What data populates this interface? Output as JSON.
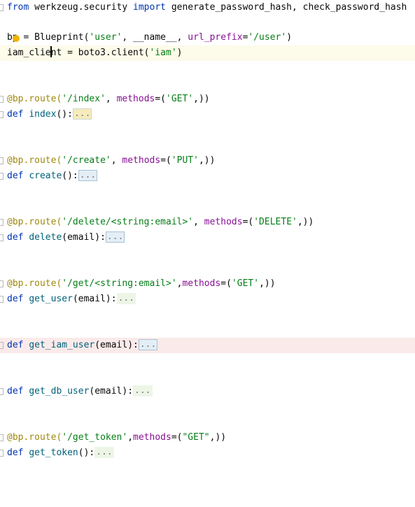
{
  "editor": {
    "line_import": {
      "t1": "from",
      "t2": " werkzeug.security ",
      "t3": "import",
      "t4": " generate_password_hash, check_password_hash"
    },
    "line_bp": {
      "t1": "bp",
      "t2": " = Blueprint(",
      "t3": "'user'",
      "t4": ", __name__, ",
      "t5": "url_prefix",
      "t6": "=",
      "t7": "'/user'",
      "t8": ")"
    },
    "line_iam": {
      "t1a": "iam_clie",
      "t1b": "nt",
      "t2": " = boto3.client(",
      "t3": "'iam'",
      "t4": ")"
    },
    "line_route_index": {
      "t1": "@bp.route(",
      "t2": "'/index'",
      "t3": ", ",
      "t4": "methods",
      "t5": "=(",
      "t6": "'GET'",
      "t7": ",))"
    },
    "line_def_index": {
      "t1": "def",
      "t2": " ",
      "t3": "index",
      "t4": "():",
      "fold": "..."
    },
    "line_route_create": {
      "t1": "@bp.route(",
      "t2": "'/create'",
      "t3": ", ",
      "t4": "methods",
      "t5": "=(",
      "t6": "'PUT'",
      "t7": ",))"
    },
    "line_def_create": {
      "t1": "def",
      "t2": " ",
      "t3": "create",
      "t4": "():",
      "fold": "..."
    },
    "line_route_delete": {
      "t1": "@bp.route(",
      "t2": "'/delete/<string:email>'",
      "t3": ", ",
      "t4": "methods",
      "t5": "=(",
      "t6": "'DELETE'",
      "t7": ",))"
    },
    "line_def_delete": {
      "t1": "def",
      "t2": " ",
      "t3": "delete",
      "t4": "(email):",
      "fold": "..."
    },
    "line_route_get": {
      "t1": "@bp.route(",
      "t2": "'/get/<string:email>'",
      "t3": ",",
      "t4": "methods",
      "t5": "=(",
      "t6": "'GET'",
      "t7": ",))"
    },
    "line_def_get_user": {
      "t1": "def",
      "t2": " ",
      "t3": "get_user",
      "t4": "(email):",
      "fold": "..."
    },
    "line_def_get_iam_user": {
      "t1": "def",
      "t2": " ",
      "t3": "get_iam_user",
      "t4": "(email):",
      "fold": "..."
    },
    "line_def_get_db_user": {
      "t1": "def",
      "t2": " ",
      "t3": "get_db_user",
      "t4": "(email):",
      "fold": "..."
    },
    "line_route_token": {
      "t1": "@bp.route(",
      "t2": "'/get_token'",
      "t3": ",",
      "t4": "methods",
      "t5": "=(",
      "t6": "\"GET\"",
      "t7": ",))"
    },
    "line_def_get_token": {
      "t1": "def",
      "t2": " ",
      "t3": "get_token",
      "t4": "():",
      "fold": "..."
    }
  },
  "icons": {
    "intention_bulb": "lightbulb-icon",
    "fold_marker": "fold-marker-icon"
  },
  "colors": {
    "keyword": "#0033b3",
    "function": "#00627a",
    "string": "#067d17",
    "decorator": "#9e880d",
    "param": "#871094",
    "caret_line": "#fdfbe9",
    "error_line": "#fbeaea",
    "bulb": "#f0b400"
  }
}
